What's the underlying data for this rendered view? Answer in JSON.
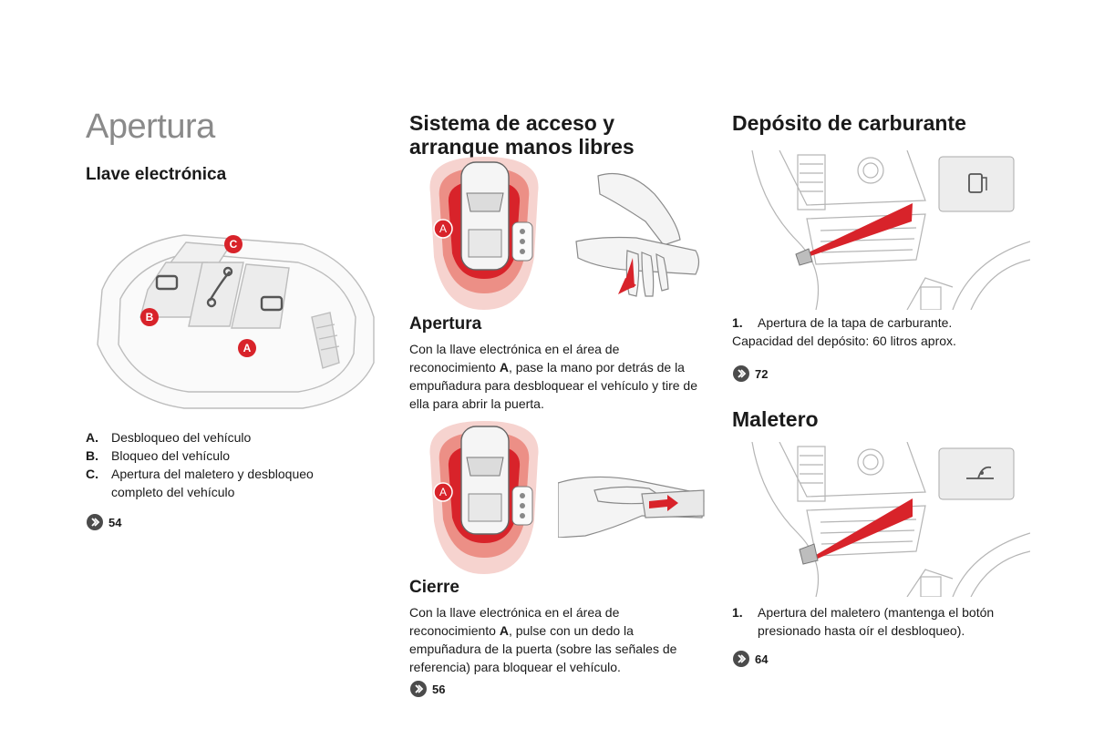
{
  "left": {
    "title": "Apertura",
    "subtitle": "Llave electrónica",
    "key_markers": {
      "a": "A",
      "b": "B",
      "c": "C"
    },
    "list": [
      {
        "key": "A.",
        "text": "Desbloqueo del vehículo"
      },
      {
        "key": "B.",
        "text": "Bloqueo del vehículo"
      },
      {
        "key": "C.",
        "text": "Apertura del maletero y desbloqueo completo del vehículo"
      }
    ],
    "ref": "54"
  },
  "middle": {
    "title": "Sistema de acceso y arranque manos libres",
    "zone_marker_1": "A",
    "zone_marker_2": "A",
    "apertura": {
      "heading": "Apertura",
      "text_1": "Con la llave electrónica en el área de reconocimiento ",
      "text_bold": "A",
      "text_2": ", pase la mano por detrás de la empuñadura para desbloquear el vehículo y tire de ella para abrir la puerta."
    },
    "cierre": {
      "heading": "Cierre",
      "text_1": "Con la llave electrónica en el área de reconocimiento ",
      "text_bold": "A",
      "text_2": ", pulse con un dedo la empuñadura de la puerta (sobre las señales de referencia) para bloquear el vehículo."
    },
    "ref": "56"
  },
  "right": {
    "fuel": {
      "title": "Depósito de carburante",
      "item_key": "1.",
      "item_text": "Apertura de la tapa de carburante.",
      "capacity": "Capacidad del depósito: 60 litros aprox.",
      "ref": "72"
    },
    "trunk": {
      "title": "Maletero",
      "item_key": "1.",
      "item_text": "Apertura del maletero (mantenga el botón presionado hasta oír el desbloqueo).",
      "ref": "64"
    }
  },
  "colors": {
    "accent_red": "#d8232a",
    "zone_light": "#f6d3cf",
    "zone_mid": "#ec8f86",
    "zone_dark": "#d8232a",
    "line_gray": "#b5b5b5"
  }
}
